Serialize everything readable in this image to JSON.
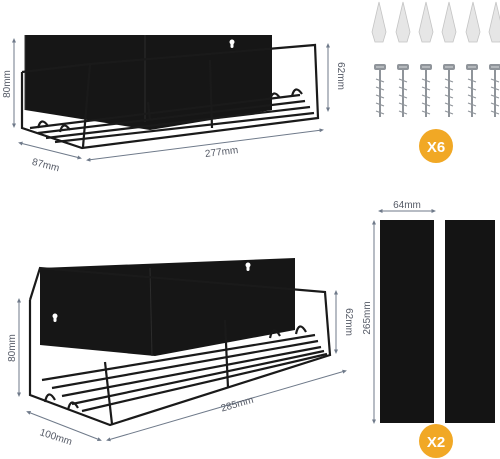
{
  "shelf_small": {
    "height": "80mm",
    "depth": "87mm",
    "length": "277mm",
    "rail_height": "62mm"
  },
  "shelf_large": {
    "height": "80mm",
    "depth": "100mm",
    "length": "285mm",
    "rail_height": "62mm"
  },
  "screws_badge": "X6",
  "pads": {
    "width": "64mm",
    "height": "265mm",
    "badge": "X2"
  },
  "colors": {
    "badge": "#f1a825",
    "dimension_line": "#6f7a8a",
    "shelf": "#1a1a1a"
  }
}
